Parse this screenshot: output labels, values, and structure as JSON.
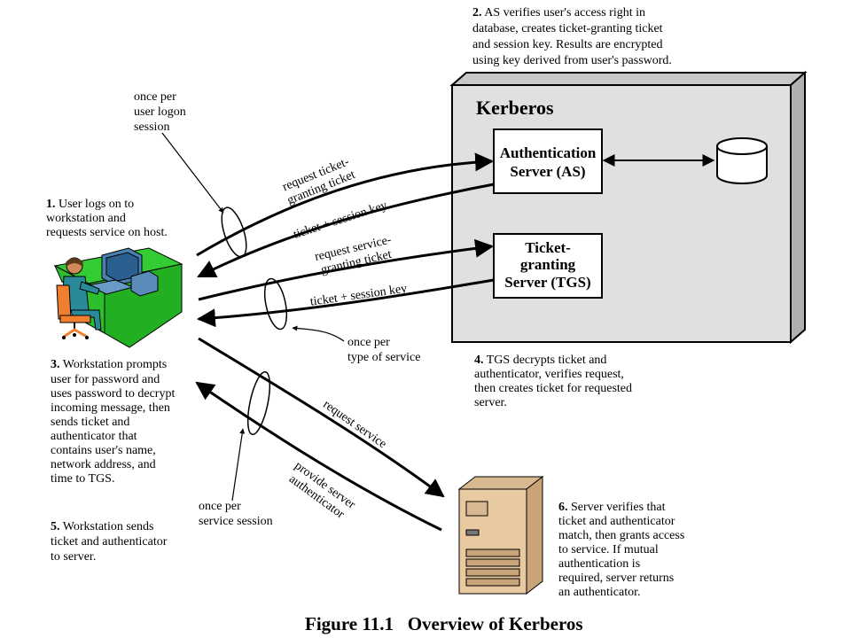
{
  "diagram": {
    "system_label": "Kerberos",
    "as_box": {
      "line1": "Authentication",
      "line2": "Server (AS)"
    },
    "tgs_box": {
      "line1": "Ticket-",
      "line2": "granting",
      "line3": "Server (TGS)"
    },
    "arrows": {
      "request_tgt": {
        "line1": "request ticket-",
        "line2": "granting ticket"
      },
      "ticket_session_key_1": "ticket + session key",
      "request_sgt": {
        "line1": "request service-",
        "line2": "granting ticket"
      },
      "ticket_session_key_2": "ticket + session key",
      "request_service": "request service",
      "provide_auth": {
        "line1": "provide server",
        "line2": "authenticator"
      }
    },
    "callouts": {
      "per_logon": [
        "once per",
        "user logon",
        "session"
      ],
      "per_service_type": [
        "once per",
        "type of service"
      ],
      "per_service_session": [
        "once per",
        "service session"
      ]
    },
    "steps": {
      "step1": {
        "num": "1.",
        "lines": [
          " User logs on to",
          "workstation and",
          "requests service on host."
        ]
      },
      "step2": {
        "num": "2.",
        "lines": [
          " AS verifies user's access right in",
          "database, creates ticket-granting ticket",
          "and session key. Results are encrypted",
          "using key derived from user's password."
        ]
      },
      "step3": {
        "num": "3.",
        "lines": [
          " Workstation prompts",
          "user for password and",
          "uses password to decrypt",
          "incoming message, then",
          "sends ticket and",
          "authenticator that",
          "contains user's name,",
          "network address, and",
          "time to TGS."
        ]
      },
      "step4": {
        "num": "4.",
        "lines": [
          " TGS decrypts ticket and",
          "authenticator, verifies request,",
          "then creates ticket for requested",
          "server."
        ]
      },
      "step5": {
        "num": "5.",
        "lines": [
          " Workstation sends",
          "ticket and authenticator",
          "to server."
        ]
      },
      "step6": {
        "num": "6.",
        "lines": [
          " Server verifies that",
          "ticket and authenticator",
          "match, then grants access",
          "to service. If mutual",
          "authentication is",
          "required, server returns",
          "an authenticator."
        ]
      }
    },
    "figure_caption": "Figure 11.1   Overview of Kerberos",
    "colors": {
      "kerberos_fill": "#e0e0e0",
      "desk": "#33cc33",
      "person": "#f08030",
      "server_body": "#e8c9a0"
    }
  }
}
